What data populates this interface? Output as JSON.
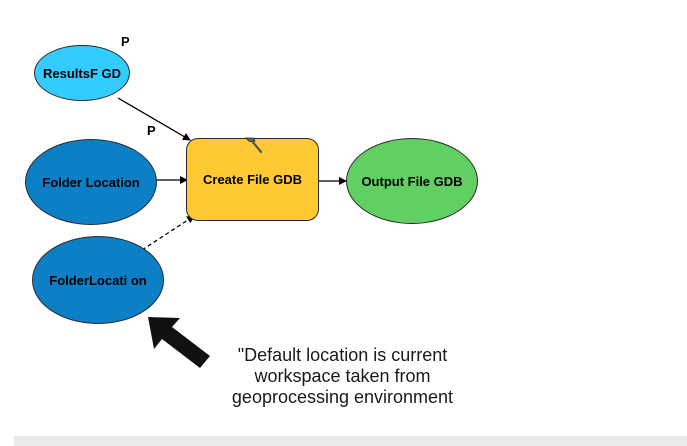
{
  "diagram": {
    "nodes": {
      "results_fgd": {
        "label": "ResultsF GD",
        "shape": "ellipse",
        "fill": "#33ccff"
      },
      "folder_location": {
        "label": "Folder Location",
        "shape": "ellipse",
        "fill": "#0c7fc6"
      },
      "folder_location_2": {
        "label": "FolderLocati on",
        "shape": "ellipse",
        "fill": "#0c7fc6"
      },
      "create_file_gdb": {
        "label": "Create File GDB",
        "shape": "rounded-rect",
        "fill": "#ffc933",
        "icon": "hammer-icon"
      },
      "output_file_gdb": {
        "label": "Output File GDB",
        "shape": "ellipse",
        "fill": "#62cf62"
      }
    },
    "parameter_markers": [
      "P",
      "P"
    ],
    "edges": [
      {
        "from": "results_fgd",
        "to": "create_file_gdb",
        "style": "solid"
      },
      {
        "from": "folder_location",
        "to": "create_file_gdb",
        "style": "solid"
      },
      {
        "from": "folder_location_2",
        "to": "create_file_gdb",
        "style": "dashed"
      },
      {
        "from": "create_file_gdb",
        "to": "output_file_gdb",
        "style": "solid"
      }
    ]
  },
  "annotation": {
    "lines": [
      "\"Default location is current",
      "workspace taken from",
      "geoprocessing environment"
    ],
    "arrow_color": "#111111"
  }
}
